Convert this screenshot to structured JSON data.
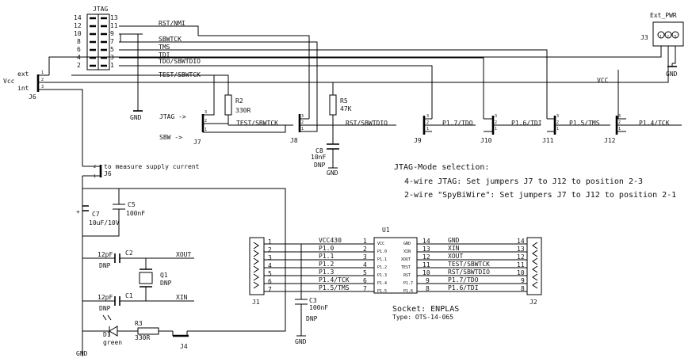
{
  "jtag_header": {
    "title": "JTAG",
    "pins_left": [
      "14",
      "12",
      "10",
      "8",
      "6",
      "4",
      "2"
    ],
    "pins_right": [
      "13",
      "11",
      "9",
      "7",
      "5",
      "3",
      "1"
    ]
  },
  "jtag_signals": [
    "RST/NMI",
    "SBWTCK",
    "TMS",
    "TDI",
    "TDO/SBWTDIO",
    "TEST/SBWTCK"
  ],
  "ext_pwr": {
    "title": "Ext_PWR",
    "ref": "J3",
    "pins": [
      "1",
      "2",
      "3"
    ],
    "gnd": "GND"
  },
  "vcc_select": {
    "ext": "ext",
    "vcc": "Vcc",
    "int": "int",
    "ref": "J6",
    "pins": [
      "1",
      "2",
      "3"
    ]
  },
  "vcc_net": "VCC",
  "gnd_label": "GND",
  "r2": {
    "ref": "R2",
    "value": "330R"
  },
  "r5": {
    "ref": "R5",
    "value": "47K"
  },
  "c8": {
    "ref": "C8",
    "value": "10nF",
    "dnp": "DNP",
    "gnd": "GND"
  },
  "j7": {
    "ref": "J7",
    "jtag_arrow": "JTAG ->",
    "sbw_arrow": "SBW ->",
    "net": "TEST/SBWTCK",
    "pins": [
      "3",
      "2",
      "1"
    ]
  },
  "j8": {
    "ref": "J8",
    "net": "RST/SBWTDIO",
    "pins": [
      "3",
      "2",
      "1"
    ]
  },
  "j9": {
    "ref": "J9",
    "net": "P1.7/TDO",
    "pins": [
      "3",
      "2",
      "1"
    ]
  },
  "j10": {
    "ref": "J10",
    "net": "P1.6/TDI",
    "pins": [
      "3",
      "2",
      "1"
    ]
  },
  "j11": {
    "ref": "J11",
    "net": "P1.5/TMS",
    "pins": [
      "3",
      "2",
      "1"
    ]
  },
  "j12": {
    "ref": "J12",
    "net": "P1.4/TCK",
    "pins": [
      "3",
      "2",
      "1"
    ]
  },
  "jumper_j6": {
    "ref": "J6",
    "pins": [
      "2",
      "1"
    ],
    "note": "to measure supply current"
  },
  "mode_note": {
    "title": "JTAG-Mode selection:",
    "line1": "4-wire JTAG: Set jumpers J7 to J12 to position 2-3",
    "line2": "2-wire \"SpyBiWire\": Set jumpers J7 to J12 to position 2-1"
  },
  "c5": {
    "ref": "C5",
    "value": "100nF"
  },
  "c7": {
    "ref": "C7",
    "value": "10uF/10V",
    "plus": "+"
  },
  "c2": {
    "ref": "C2",
    "value": "12pF",
    "dnp": "DNP"
  },
  "c1": {
    "ref": "C1",
    "value": "12pF",
    "dnp": "DNP"
  },
  "q1": {
    "ref": "Q1",
    "dnp": "DNP"
  },
  "xout": "XOUT",
  "xin": "XIN",
  "c3": {
    "ref": "C3",
    "value": "100nF",
    "dnp": "DNP",
    "gnd": "GND"
  },
  "d1": {
    "ref": "D1",
    "value": "green"
  },
  "r3": {
    "ref": "R3",
    "value": "330R"
  },
  "j4": {
    "ref": "J4"
  },
  "u1": {
    "ref": "U1",
    "pins_left": [
      "1",
      "2",
      "3",
      "4",
      "5",
      "6",
      "7"
    ],
    "pins_right": [
      "14",
      "13",
      "12",
      "11",
      "10",
      "9",
      "8"
    ],
    "inner_left": [
      "VCC",
      "P1.0",
      "P1.1",
      "P1.2",
      "P1.3",
      "P1.4",
      "P1.5"
    ],
    "inner_right": [
      "GND",
      "XIN",
      "XOUT",
      "TEST",
      "RST",
      "P1.7",
      "P1.6"
    ],
    "nets_left": [
      "VCC430",
      "P1.0",
      "P1.1",
      "P1.2",
      "P1.3",
      "P1.4/TCK",
      "P1.5/TMS"
    ],
    "nets_right": [
      "GND",
      "XIN",
      "XOUT",
      "TEST/SBWTCK",
      "RST/SBWTDIO",
      "P1.7/TDO",
      "P1.6/TDI"
    ]
  },
  "j1": {
    "ref": "J1",
    "pins": [
      "1",
      "2",
      "3",
      "4",
      "5",
      "6",
      "7"
    ]
  },
  "j2": {
    "ref": "J2",
    "pins": [
      "14",
      "13",
      "12",
      "11",
      "10",
      "9",
      "8"
    ]
  },
  "socket": {
    "line1": "Socket: ENPLAS",
    "line2": "Type: OTS-14-065"
  }
}
